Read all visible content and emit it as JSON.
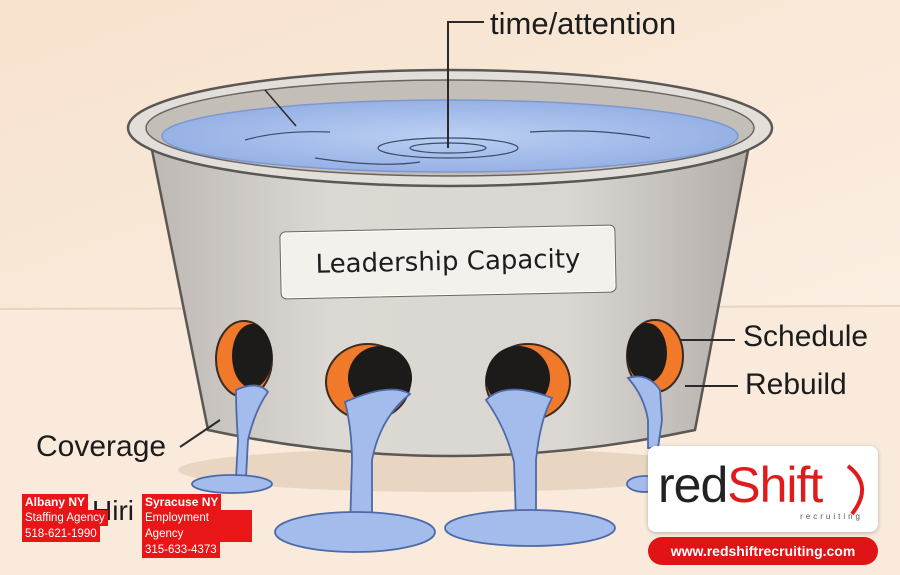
{
  "labels": {
    "time": "time/attention",
    "capacity": "Leadership Capacity",
    "schedule": "Schedule",
    "rebuild": "Rebuild",
    "coverage": "Coverage",
    "hiring": "Hiri"
  },
  "badges": [
    {
      "title": "Albany NY",
      "line1": "Staffing Agency",
      "phone": "518-621-1990"
    },
    {
      "title": "Syracuse NY",
      "line1": "Employment Agency",
      "phone": "315-633-4373"
    }
  ],
  "brand": {
    "name_part1": "red",
    "name_part2": "Shift",
    "tagline": "recruiting",
    "url": "www.redshiftrecruiting.com",
    "accent": "#e01414"
  },
  "colors": {
    "background": "#f6e6d4",
    "bucket": "#d6d2cd",
    "water": "#a7c0ee",
    "hole_rim": "#f07a2a"
  }
}
